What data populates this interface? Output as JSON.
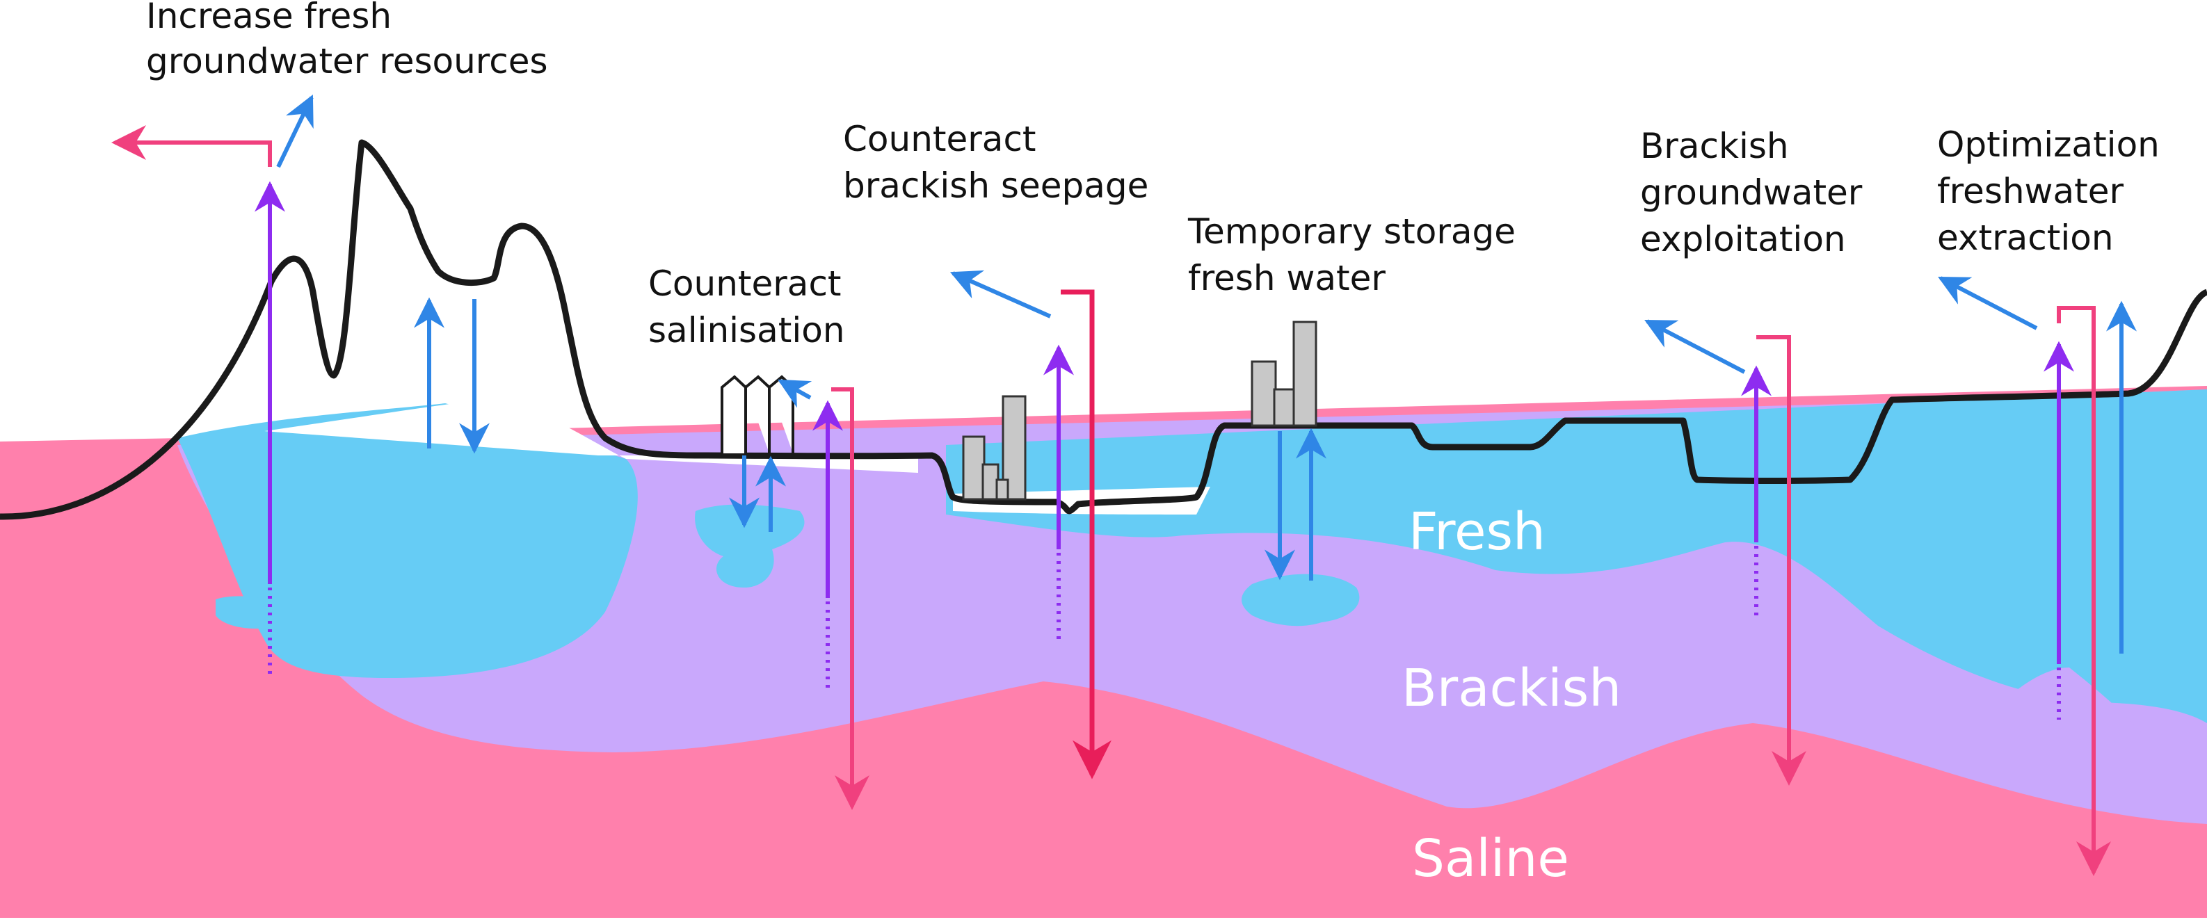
{
  "labels": {
    "increase_fresh": [
      "Increase fresh",
      "groundwater resources"
    ],
    "counteract_salinisation": [
      "Counteract",
      "salinisation"
    ],
    "counteract_brackish_seepage": [
      "Counteract",
      "brackish seepage"
    ],
    "temporary_storage": [
      "Temporary storage",
      "fresh water"
    ],
    "brackish_exploitation": [
      "Brackish",
      "groundwater",
      "exploitation"
    ],
    "optimization": [
      "Optimization",
      "freshwater",
      "extraction"
    ]
  },
  "zones": {
    "fresh": "Fresh",
    "brackish": "Brackish",
    "saline": "Saline"
  },
  "colors": {
    "fresh": "#66CCF5",
    "brackish": "#C9A8FC",
    "saline": "#FF80AC",
    "pink_arrow": "#F0407E",
    "purple_arrow": "#8E2CF0",
    "blue_arrow": "#2F86E6",
    "ground_line": "#1a1a1a",
    "building_fill": "#c8c8c8"
  }
}
